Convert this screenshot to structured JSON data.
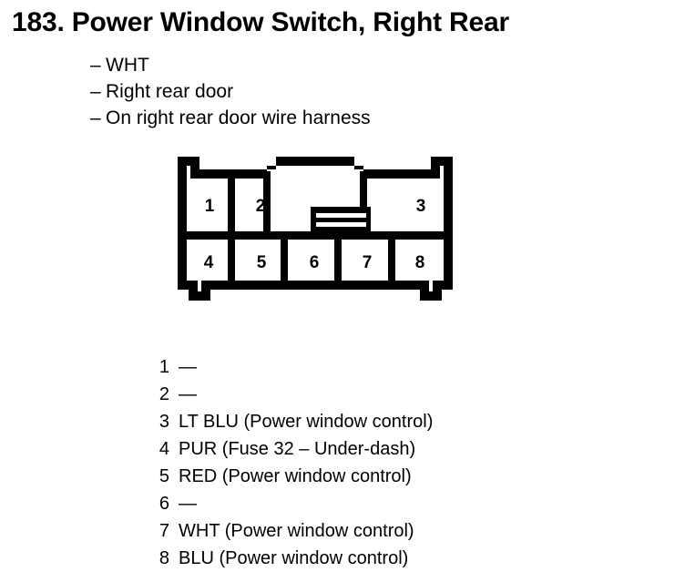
{
  "document": {
    "entry_number": "183.",
    "title": "183. Power Window Switch, Right Rear"
  },
  "attributes": [
    {
      "dash": "–",
      "text": "WHT"
    },
    {
      "dash": "–",
      "text": "Right rear door"
    },
    {
      "dash": "–",
      "text": "On right rear door wire harness"
    }
  ],
  "connector": {
    "name": "8-pin connector face view",
    "latch_tab": "center-latch-tab",
    "top_row": [
      "1",
      "2",
      "3"
    ],
    "bottom_row": [
      "4",
      "5",
      "6",
      "7",
      "8"
    ],
    "colors": {
      "outline": "#000000",
      "fill": "#ffffff"
    }
  },
  "pins": [
    {
      "number": "1",
      "description": "—"
    },
    {
      "number": "2",
      "description": "—"
    },
    {
      "number": "3",
      "description": "LT BLU (Power window control)"
    },
    {
      "number": "4",
      "description": "PUR (Fuse 32 – Under-dash)"
    },
    {
      "number": "5",
      "description": "RED (Power window control)"
    },
    {
      "number": "6",
      "description": "—"
    },
    {
      "number": "7",
      "description": "WHT (Power window control)"
    },
    {
      "number": "8",
      "description": "BLU (Power window control)"
    }
  ]
}
